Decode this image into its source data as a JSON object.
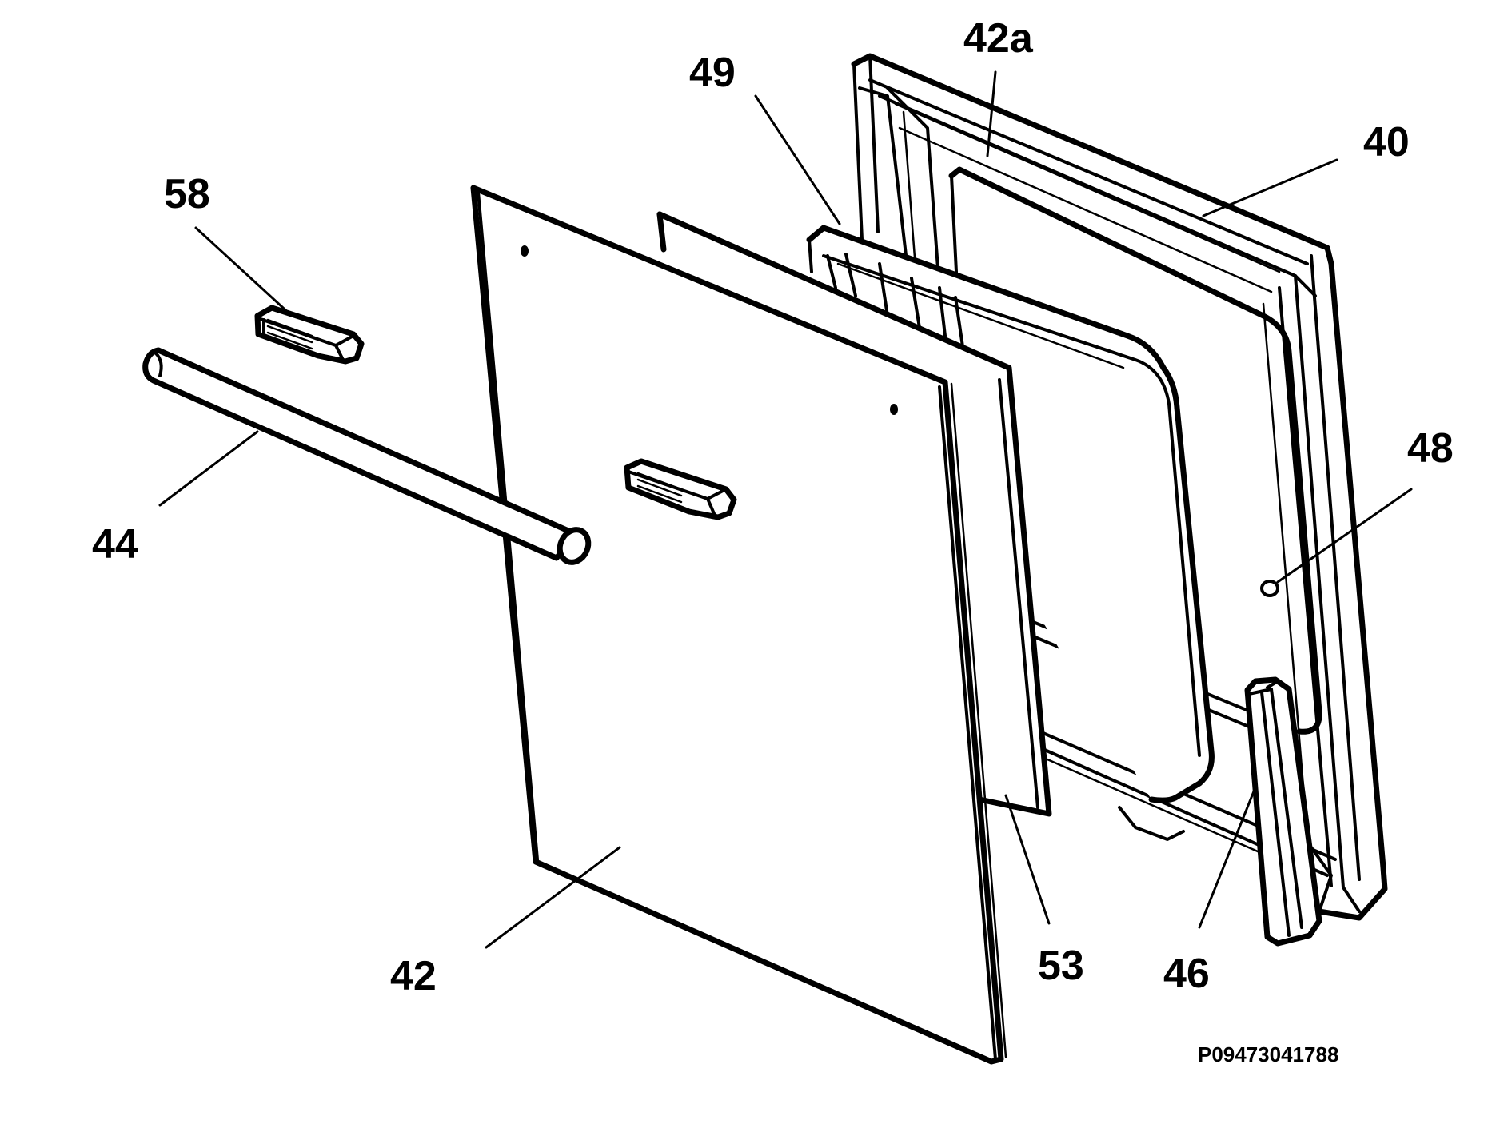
{
  "diagram": {
    "part_labels": {
      "p40": "40",
      "p42": "42",
      "p42a": "42a",
      "p44": "44",
      "p46": "46",
      "p48": "48",
      "p49": "49",
      "p53": "53",
      "p58": "58"
    },
    "drawing_code": "P09473041788"
  }
}
